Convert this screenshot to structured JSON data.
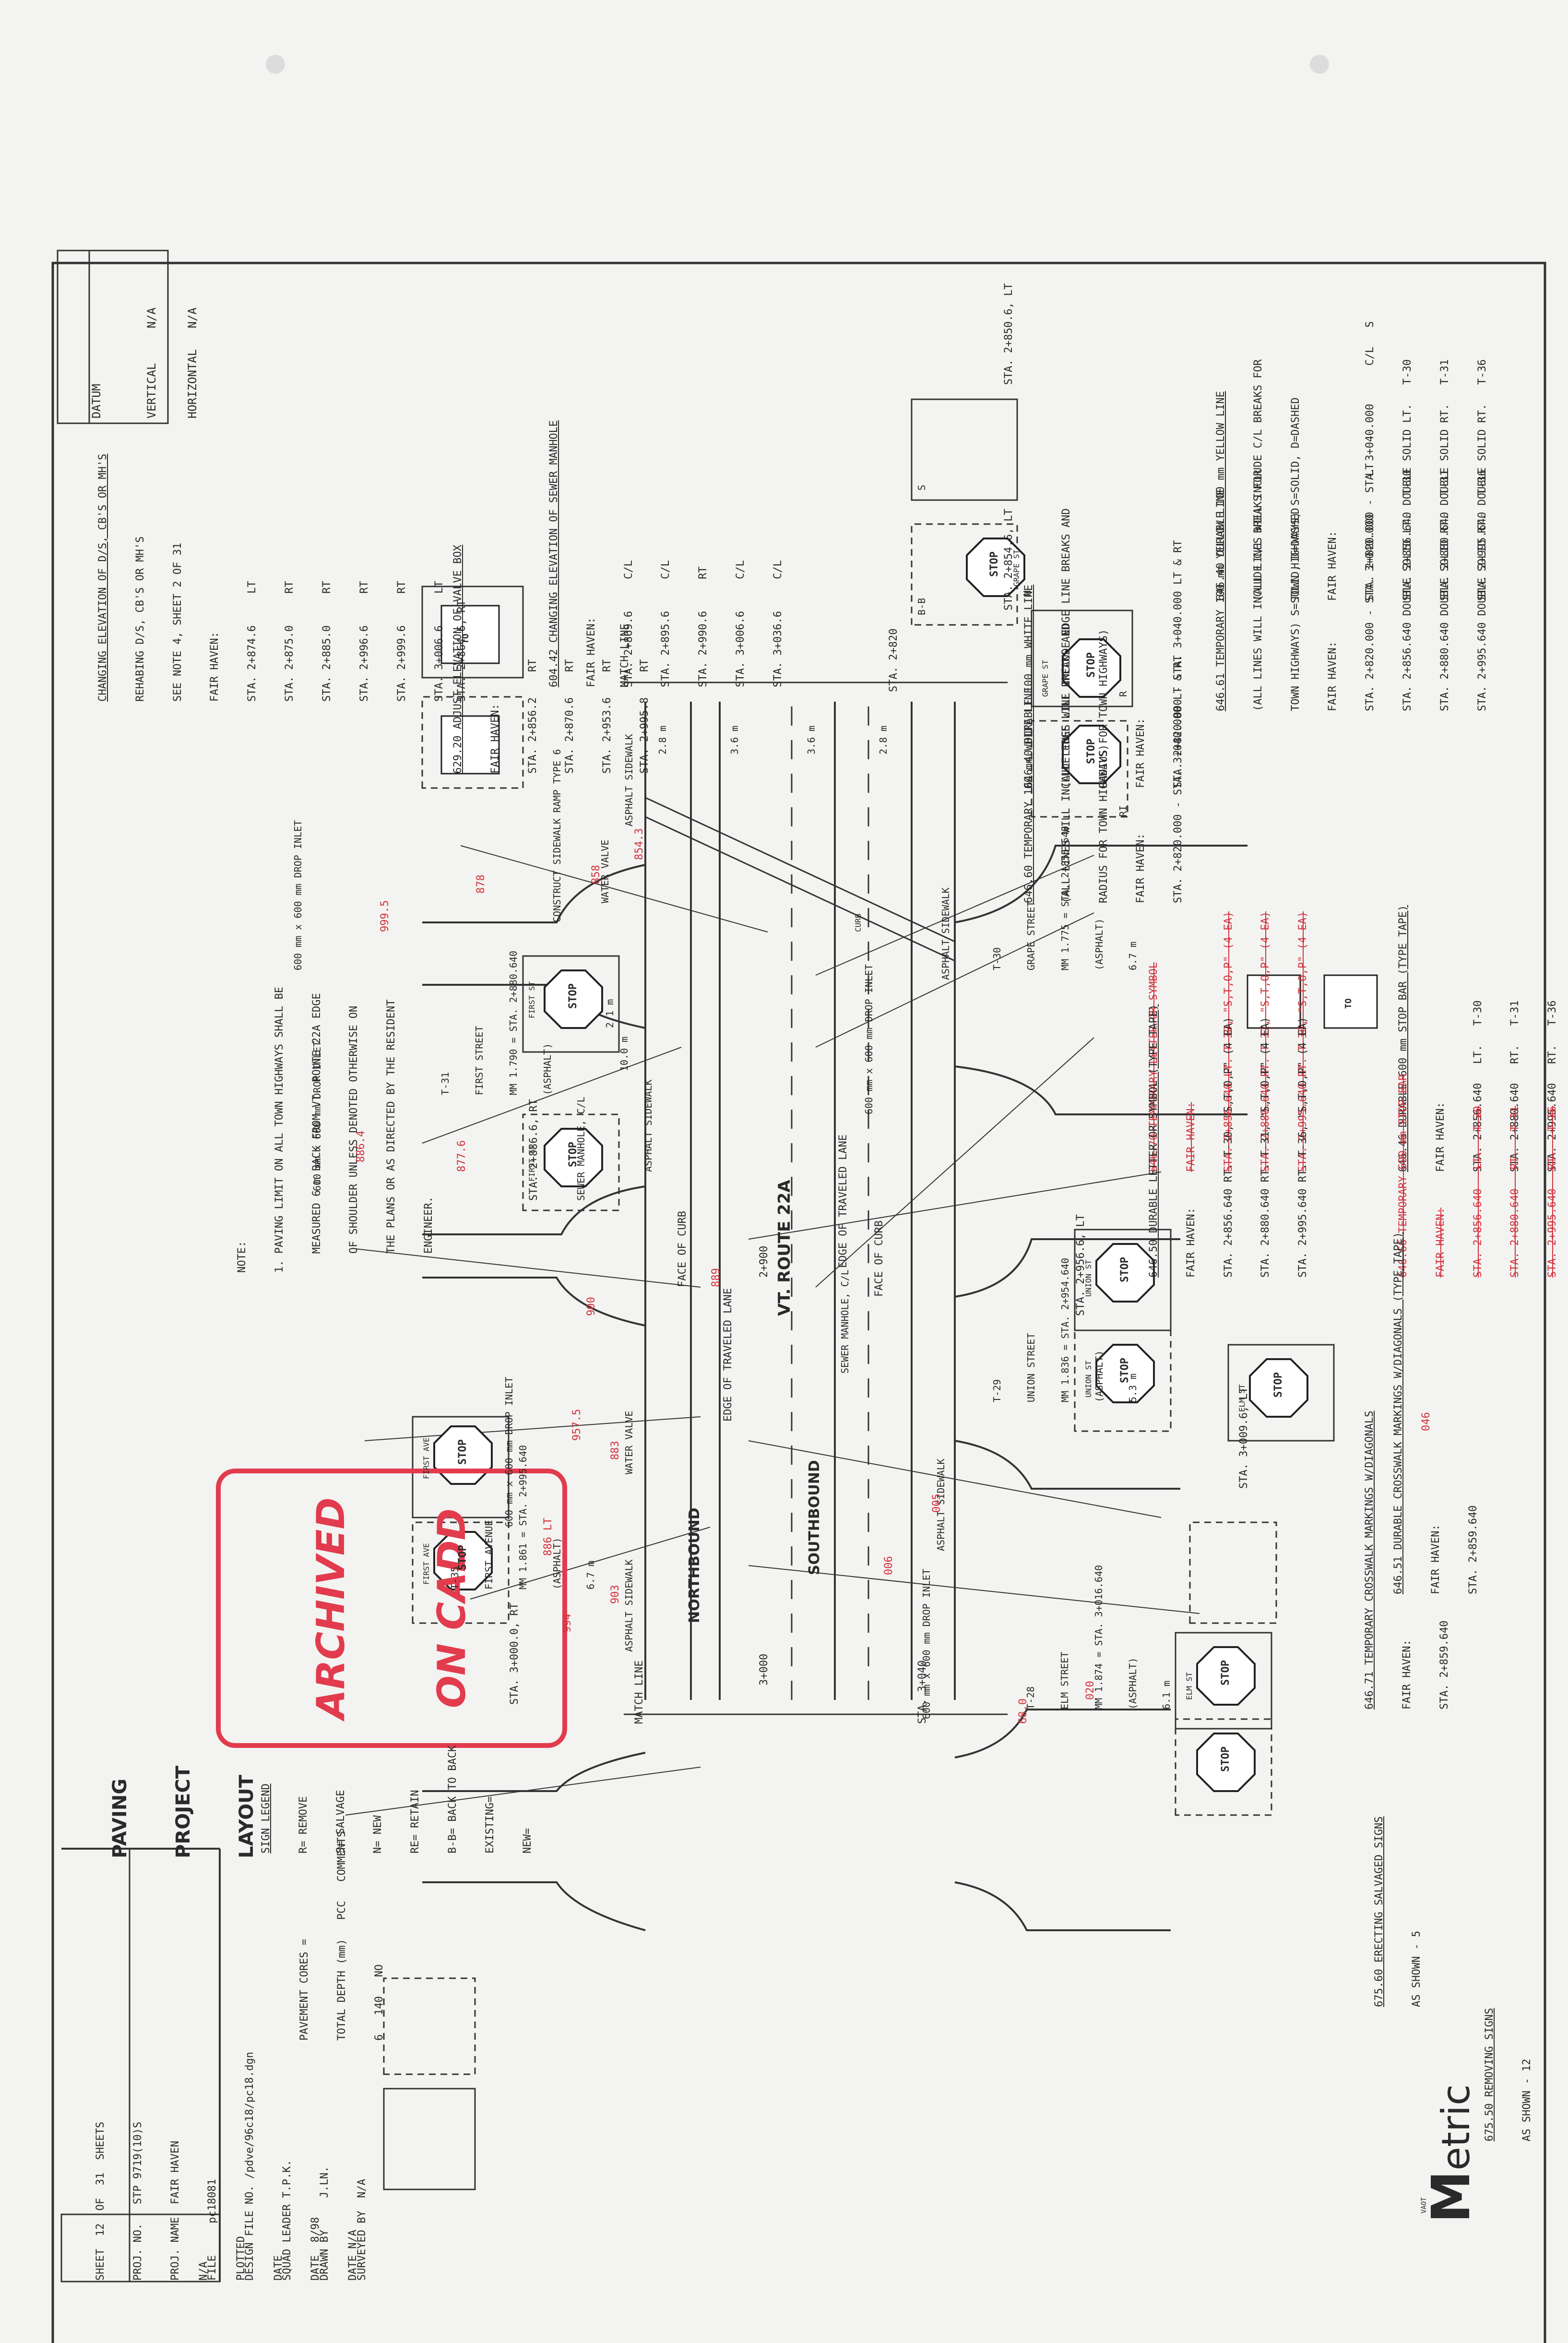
{
  "title_block": {
    "title_1": "PAVING",
    "title_2": "PROJECT",
    "title_3": "LAYOUT",
    "surveyed_by": "SURVEYED BY  N/A",
    "drawn_by": "DRAWN BY     J.LN.",
    "squad_leader": "SQUAD LEADER T.P.K.",
    "design_file": "DESIGN FILE NO. /pdve/96c18/pc18.dgn",
    "file": "FILE     pc18081",
    "plotted": "PLOTTED",
    "project_name": "PROJ. NAME  FAIR HAVEN",
    "project_no": "PROJ. NO.   STP 9719(10)S",
    "sheet": "SHEET  12  OF  31  SHEETS",
    "date_1": "DATE N/A",
    "date_2": "DATE  8/98",
    "date_3": "DATE",
    "date_4": "N/A",
    "logo_letter": "M",
    "logo_word": "etric",
    "logo_small": "VAOT"
  },
  "datum": {
    "label": "DATUM",
    "vertical": "VERTICAL     N/A",
    "horizontal": "HORIZONTAL   N/A"
  },
  "stamp": {
    "line_1": "ARCHIVED",
    "line_2": "ON CADD"
  },
  "sign_legend": {
    "title": "SIGN LEGEND",
    "items": [
      "R= REMOVE",
      "S= SALVAGE",
      "N= NEW",
      "RE= RETAIN",
      "B-B= BACK TO BACK",
      "EXISTING=",
      "NEW="
    ]
  },
  "pavement_cores": {
    "title": "PAVEMENT CORES =",
    "col_1": "TOTAL DEPTH (mm)",
    "col_2": "PCC",
    "col_3": "COMMENTS",
    "row_1": "6",
    "row_2": "140",
    "row_3": "NO"
  },
  "note": {
    "title": "NOTE:",
    "lines": [
      "1. PAVING LIMIT ON ALL TOWN HIGHWAYS SHALL BE",
      "   MEASURED 6 m BACK FROM VT. ROUTE 22A EDGE",
      "   OF SHOULDER UNLESS DENOTED OTHERWISE ON",
      "   THE PLANS OR AS DIRECTED BY THE RESIDENT",
      "   ENGINEER."
    ]
  },
  "road": {
    "name": "VT. ROUTE 22A",
    "northbound": "NORTHBOUND",
    "southbound": "SOUTHBOUND",
    "edge_traveled_lane_1": "EDGE OF TRAVELED LANE",
    "edge_traveled_lane_2": "EDGE OF TRAVELED LANE",
    "face_of_curb_1": "FACE OF CURB",
    "face_of_curb_2": "FACE OF CURB",
    "match_line": "MATCH LINE",
    "match_station_1": "STA. 2+820",
    "match_station_2": "STA. 3+040",
    "station_2900": "2+900",
    "station_3000": "3+000",
    "width_28": "2.8 m",
    "width_36": "3.6 m",
    "width_21": "2.1 m",
    "width_100": "10.0 m"
  },
  "streets": {
    "grape": [
      "T-30",
      "GRAPE STREET",
      "MM 1.775 = STA. 2+856.640",
      "(ASPHALT)",
      "6.7 m"
    ],
    "first": [
      "T-31",
      "FIRST STREET",
      "MM 1.790 = STA. 2+880.640",
      "(ASPHALT)"
    ],
    "union": [
      "T-29",
      "UNION STREET",
      "MM 1.836 = STA. 2+954.640",
      "(ASPHALT)",
      "5.3 m"
    ],
    "first_ave": [
      "T-35",
      "FIRST AVENUE",
      "MM 1.861 = STA. 2+995.640",
      "(ASPHALT)",
      "6.7 m"
    ],
    "elm": [
      "T-28",
      "ELM STREET",
      "MM 1.874 = STA. 3+016.640",
      "(ASPHALT)",
      "6.1 m"
    ]
  },
  "features": {
    "asphalt_sidewalk": "ASPHALT SIDEWALK",
    "sidewalk_ramp": "CONSTRUCT SIDEWALK RAMP TYPE 6",
    "sewer_manhole": "SEWER MANHOLE, C/L",
    "water_valve": "WATER VALVE",
    "drop_inlet": "600 mm x 600 mm DROP INLET",
    "curb": "CURB"
  },
  "spec_items": {
    "i64640": [
      "646.40 DURABLE 100 mm YELLOW LINE",
      "(ALL LINES WILL INCLUDE C/L BREAKS FOR",
      "TOWN HIGHWAYS) S=SOLID, D=DASHED",
      "FAIR HAVEN:",
      "STA. 2+820.000 - STA. 3+040.000      C/L   S",
      "STA. 2+856.640 DOUBLE SOLID LT.   T-30",
      "STA. 2+880.640 DOUBLE SOLID RT.   T-31",
      "STA. 2+995.640 DOUBLE SOLID RT.   T-36"
    ],
    "i64661": [
      "646.61 TEMPORARY 100 mm YELLOW LINE",
      "(ALL LINES WILL INCLUDE C/L BREAKS FOR",
      "TOWN HIGHWAYS) S=SOLID, D=DASHED",
      "FAIR HAVEN:",
      "STA. 2+820.000 - STA. 3+040.000      LT",
      "STA. 2+856.640 DOUBLE SOLID LT.   T-30",
      "STA. 2+880.640 DOUBLE SOLID RT.   T-31",
      "STA. 2+995.640 DOUBLE SOLID RT.   T-36"
    ],
    "i64641": [
      "646.40 DURABLE 100 mm WHITE LINE",
      "(ALL LINES WILL INCLUDE EDGE LINE BREAKS AND",
      "RADIUS FOR TOWN HIGHWAYS)",
      "FAIR HAVEN:",
      "STA. 2+820.000 - STA. 3+040.000 LT & RT"
    ],
    "i64660": [
      "646.60 TEMPORARY 100 mm WHITE LINE",
      "(ALL LINES WILL INCLUDE EDGE LINE BREAKS AND",
      "RADIUS FOR TOWN HIGHWAYS)",
      "FAIR HAVEN:",
      "STA. 2+820.000 - STA. 3+040.000 LT & RT"
    ],
    "i64646": [
      "646.46 DURABLE 600 mm STOP BAR (TYPE TAPE)",
      "FAIR HAVEN:",
      "STA. 2+856.640   LT.   T-30",
      "STA. 2+880.640   RT.   T-31",
      "STA. 2+995.640   RT.   T-36"
    ],
    "i64666": [
      "646.66 TEMPORARY 600 mm STOP BAR",
      "FAIR HAVEN:",
      "STA. 2+856.640   LT.   T-30",
      "STA. 2+880.640   RT.   T-31",
      "STA. 2+995.640   RT.   T-36"
    ],
    "i64670": [
      "646.70 TEMPORARY LETTER OR SYMBOL",
      "FAIR HAVEN:",
      "STA. 2+856.640 LT. T-30, \"S,T,O,P\" (4 EA)",
      "STA. 2+880.640 RT. T-31, \"S,T,O,P\" (4 EA)",
      "STA. 2+995.640 RT. T-36, \"S,T,O,P\" (4 EA)"
    ],
    "i64650": [
      "646.50 DURABLE LETTER OR SYMBOL (TYPE TAPE)",
      "FAIR HAVEN:",
      "STA. 2+856.640 RT. T-30, \"S,T,O,P\" (4 EA)",
      "STA. 2+880.640 RT. T-31, \"S,T,O,P\" (4 EA)",
      "STA. 2+995.640 RT. T-36, \"S,T,O,P\" (4 EA)"
    ],
    "i64651": [
      "646.51 DURABLE CROSSWALK MARKINGS W/DIAGONALS (TYPE TAPE)",
      "FAIR HAVEN:",
      "STA. 2+859.640"
    ],
    "i64671": [
      "646.71 TEMPORARY CROSSWALK MARKINGS W/DIAGONALS",
      "FAIR HAVEN:",
      "STA. 2+859.640"
    ],
    "i67550": [
      "675.50 REMOVING SIGNS",
      "AS SHOWN - 12"
    ],
    "i67560": [
      "675.60 ERECTING SALVAGED SIGNS",
      "AS SHOWN - 5"
    ],
    "i60442": [
      "604.42 CHANGING ELEVATION OF SEWER MANHOLE",
      "FAIR HAVEN:",
      "STA. 2+869.6     C/L",
      "STA. 2+895.6     C/L",
      "STA. 2+990.6     RT",
      "STA. 3+006.6     C/L",
      "STA. 3+036.6     C/L"
    ],
    "i62920": [
      "629.20 ADJUST ELEVATION OF VALVE BOX",
      "FAIR HAVEN:",
      "STA. 2+856.2    RT",
      "STA. 2+870.6    RT",
      "STA. 2+953.6    RT",
      "STA. 2+995.8    RT"
    ],
    "i60443": [
      "CHANGING ELEVATION OF D/S, CB'S OR MH'S",
      "REHABING D/S, CB'S OR MH'S",
      "SEE NOTE 4, SHEET 2 OF 31",
      "FAIR HAVEN:",
      "STA. 2+874.6     LT",
      "STA. 2+875.0     RT",
      "STA. 2+885.0     RT",
      "STA. 2+996.6     RT",
      "STA. 2+999.6     RT",
      "STA. 3+006.6     LT"
    ]
  },
  "red_marks": [
    "889",
    "900",
    "903",
    "006",
    "020",
    "854.3",
    "883",
    "957.5",
    "999.5",
    "877.6",
    "886 LT",
    "994",
    "005",
    "046",
    "68.0",
    "858",
    "878",
    "886.4",
    "877.6"
  ],
  "sign_stations": [
    "STA. 2+850.6, LT",
    "STA. 2+854.6, LT",
    "STA. 2+864.6, RT",
    "STA. 2+886.6, RT",
    "STA. 2+956.6, LT",
    "STA. 3+009.6, LT",
    "STA. 3+000.0, RT"
  ],
  "signs": {
    "stop": "STOP",
    "grape_st": "GRAPE ST",
    "first_st": "FIRST ST",
    "union_st": "UNION ST",
    "elm_st": "ELM ST",
    "first_ave": "FIRST AVE",
    "to": "TO",
    "n": "N",
    "r": "R",
    "s": "S",
    "ri": "RI",
    "bb": "B-B"
  }
}
